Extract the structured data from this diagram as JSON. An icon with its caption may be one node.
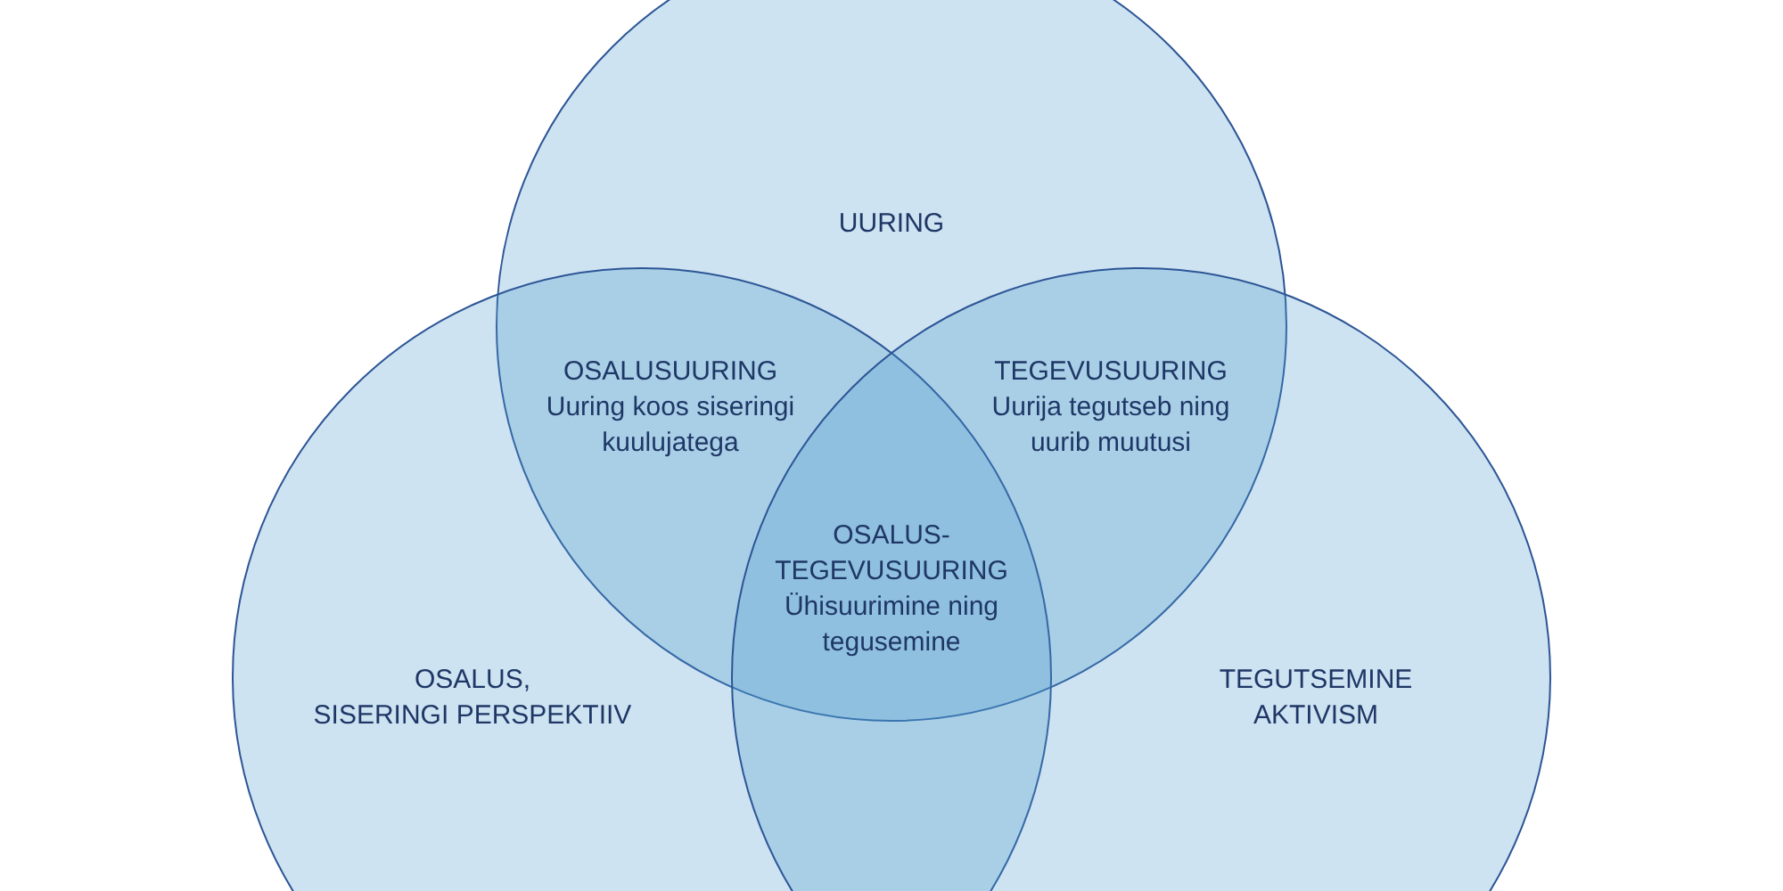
{
  "diagram": {
    "nodes": [
      {
        "text": [
          "UURING"
        ]
      },
      {
        "text": [
          "OSALUS,",
          "SISERINGI PERSPEKTIIV"
        ]
      },
      {
        "text": [
          "TEGUTSEMINE",
          "AKTIVISM"
        ]
      }
    ],
    "labels": [
      "OSALUSUURING",
      "Uuring koos siseringi kuulujatega",
      "TEGEVUSUURING",
      "Uurija tegutseb ning uurib muutusi",
      "OSALUS- TEGEVUSUURING",
      "Ühisuurimine ning tegusemine"
    ]
  }
}
